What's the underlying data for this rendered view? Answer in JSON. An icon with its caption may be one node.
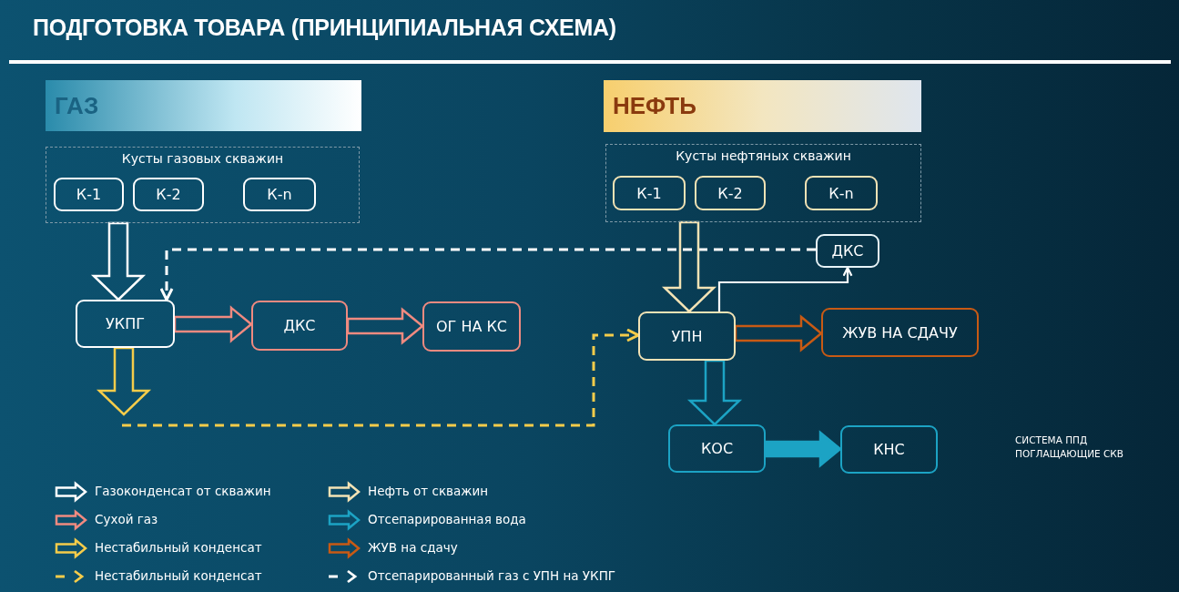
{
  "diagram": {
    "title": "ПОДГОТОВКА ТОВАРА (ПРИНЦИПИАЛЬНАЯ СХЕМА)",
    "nodes": [
      {
        "text": [
          "ГАЗ"
        ]
      },
      {
        "text": [
          "Кусты газовых скважин"
        ]
      },
      {
        "text": [
          "К-1"
        ],
        "in": 1
      },
      {
        "text": [
          "К-2"
        ],
        "in": 1
      },
      {
        "text": [
          "К-n"
        ],
        "in": 1
      },
      {
        "text": [
          "НЕФТЬ"
        ]
      },
      {
        "text": [
          "Кусты нефтяных скважин"
        ]
      },
      {
        "text": [
          "К-1"
        ],
        "in": 6
      },
      {
        "text": [
          "К-2"
        ],
        "in": 6
      },
      {
        "text": [
          "К-n"
        ],
        "in": 6
      },
      {
        "text": [
          "УКПГ"
        ]
      },
      {
        "text": [
          "ДКС"
        ]
      },
      {
        "text": [
          "ОГ НА КС"
        ]
      },
      {
        "text": [
          "ДКС"
        ]
      },
      {
        "text": [
          "УПН"
        ]
      },
      {
        "text": [
          "ЖУВ НА СДАЧУ"
        ]
      },
      {
        "text": [
          "КОС"
        ]
      },
      {
        "text": [
          "КНС"
        ]
      }
    ],
    "edges": [
      {
        "from": 1,
        "to": 10,
        "arrow": "to"
      },
      {
        "from": 10,
        "to": 11,
        "arrow": "to",
        "color": "#f08a80"
      },
      {
        "from": 11,
        "to": 12,
        "arrow": "to",
        "color": "#f08a80"
      },
      {
        "from": 10,
        "to": null,
        "arrow": "to",
        "color": "#f5cc4a"
      },
      {
        "from": null,
        "to": 14,
        "arrow": "to",
        "style": "dashed",
        "color": "#f5cc4a"
      },
      {
        "from": 13,
        "to": 10,
        "arrow": "to",
        "style": "dashed"
      },
      {
        "from": 6,
        "to": 14,
        "arrow": "to",
        "color": "#f3e3b5"
      },
      {
        "from": 14,
        "to": 13,
        "arrow": "to"
      },
      {
        "from": 14,
        "to": 15,
        "arrow": "to",
        "color": "#c85a14"
      },
      {
        "from": 14,
        "to": 16,
        "arrow": "to",
        "color": "#1ca3c4"
      },
      {
        "from": 16,
        "to": 17,
        "arrow": "to",
        "style": "thick",
        "color": "#1ca3c4"
      }
    ],
    "labels": [
      "СИСТЕМА ППД ПОГЛАЩАЮЩИЕ СКВ"
    ],
    "legend": [
      {
        "text": "Газоконденсат от скважин"
      },
      {
        "text": "Нефть от скважин"
      },
      {
        "text": "Сухой газ"
      },
      {
        "text": "Отсепарированная вода"
      },
      {
        "text": "Нестабильный конденсат"
      },
      {
        "text": "ЖУВ на сдачу"
      },
      {
        "text": "Нестабильный конденсат"
      },
      {
        "text": "Отсепарированный газ с УПН на УКПГ"
      }
    ]
  }
}
